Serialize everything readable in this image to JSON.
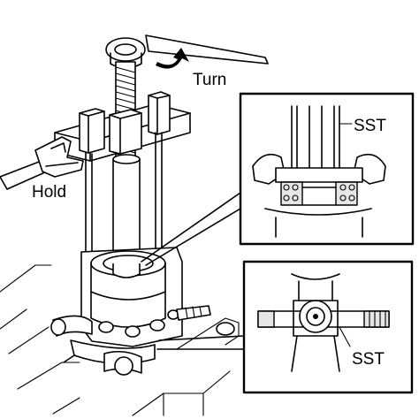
{
  "figure": {
    "labels": {
      "turn": "Turn",
      "hold": "Hold",
      "sst_top": "SST",
      "sst_bottom": "SST"
    },
    "icons": [
      "wrench-icon",
      "rotation-arrow-icon",
      "adjustable-wrench-icon"
    ],
    "line_color": "#000000",
    "background": "#ffffff"
  }
}
